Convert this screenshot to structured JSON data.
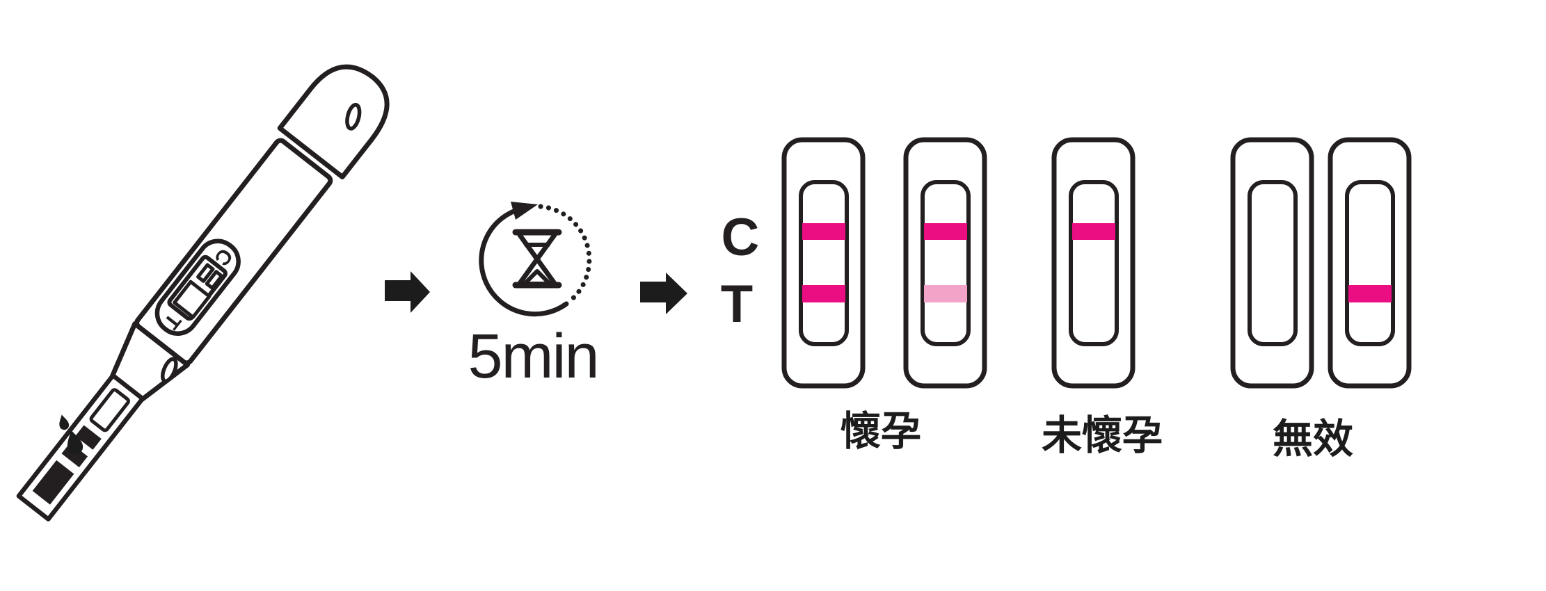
{
  "colors": {
    "background": "#ffffff",
    "ink": "#231f20",
    "arrow_black": "#1c1c1c",
    "strong_line": "#eb0d82",
    "faint_line": "#f3a3c8"
  },
  "stick": {
    "window_top_label": "C",
    "window_bottom_label": "T"
  },
  "timer": {
    "label": "5min"
  },
  "results": {
    "row_labels": {
      "control": "C",
      "test": "T"
    },
    "groups": [
      {
        "label": "懷孕"
      },
      {
        "label": "未懷孕"
      },
      {
        "label": "無效"
      }
    ],
    "cassettes": [
      {
        "c": "#eb0d82",
        "t": "#eb0d82"
      },
      {
        "c": "#eb0d82",
        "t": "#f3a3c8"
      },
      {
        "c": "#eb0d82",
        "t": "none"
      },
      {
        "c": "none",
        "t": "none"
      },
      {
        "c": "none",
        "t": "#eb0d82"
      }
    ]
  }
}
